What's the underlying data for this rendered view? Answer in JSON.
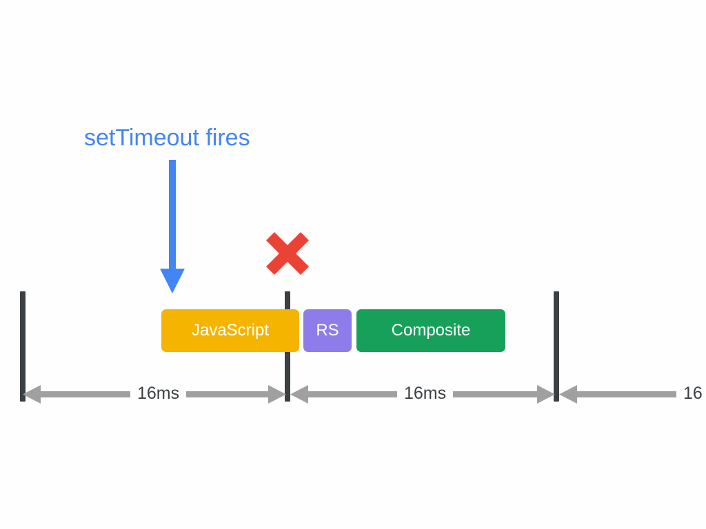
{
  "diagram": {
    "title_annotation": "setTimeout fires",
    "colors": {
      "annotation_blue": "#4285F4",
      "error_red": "#EA4335",
      "javascript_yellow": "#F4B400",
      "recalc_purple": "#8E7CEA",
      "composite_green": "#16A05A",
      "tick_dark": "#3C4043",
      "dimension_gray": "#A0A0A0",
      "background": "#FEFEFE"
    },
    "annotation": {
      "label": "setTimeout fires",
      "arrow_icon": "down-arrow-icon",
      "x_marker_icon": "red-x-icon"
    },
    "frame_ticks": [
      {
        "name": "frame-boundary-0"
      },
      {
        "name": "frame-boundary-1"
      },
      {
        "name": "frame-boundary-2"
      }
    ],
    "task_bars": [
      {
        "label": "JavaScript",
        "color": "#F4B400"
      },
      {
        "label": "RS",
        "color": "#8E7CEA"
      },
      {
        "label": "Composite",
        "color": "#16A05A"
      }
    ],
    "frame_budgets": [
      {
        "label": "16ms"
      },
      {
        "label": "16ms"
      },
      {
        "label": "16"
      }
    ]
  }
}
